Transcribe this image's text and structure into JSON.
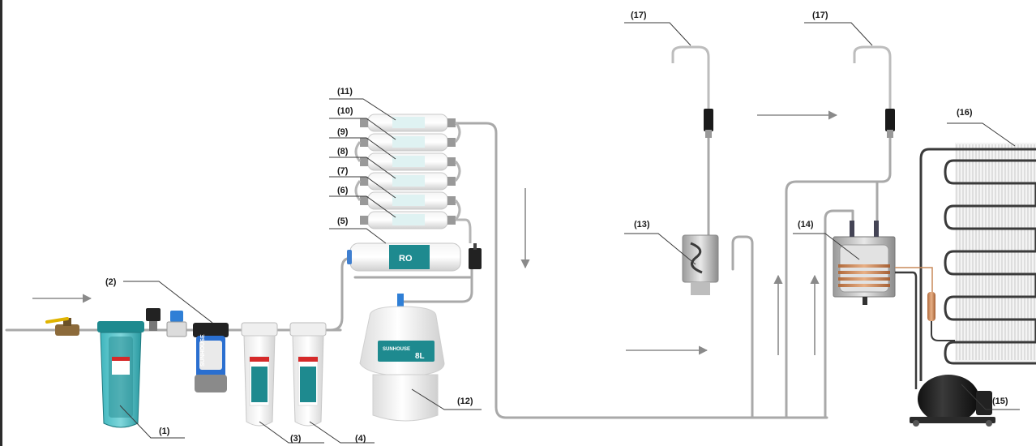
{
  "callouts": {
    "c1": "(1)",
    "c2": "(2)",
    "c3": "(3)",
    "c4": "(4)",
    "c5": "(5)",
    "c6": "(6)",
    "c7": "(7)",
    "c8": "(8)",
    "c9": "(9)",
    "c10": "(10)",
    "c11": "(11)",
    "c12": "(12)",
    "c13": "(13)",
    "c14": "(14)",
    "c15": "(15)",
    "c16": "(16)",
    "c17a": "(17)",
    "c17b": "(17)"
  },
  "labels": {
    "pump_brand": "SUNHOUSE",
    "tank_brand": "SUNHOUSE",
    "tank_capacity": "8L",
    "ro_membrane": "RO"
  },
  "colors": {
    "pipe": "#a9a9a9",
    "pipe_dark": "#555555",
    "teal": "#1e8a8f",
    "housing_blue": "#2aa6ae",
    "red": "#d62a2a",
    "copper": "#c98a5a",
    "coil": "#3a3a3a"
  },
  "icons": [
    "flow-arrow-icon",
    "valve-icon",
    "solenoid-icon",
    "faucet-icon",
    "compressor-icon",
    "condenser-icon"
  ]
}
